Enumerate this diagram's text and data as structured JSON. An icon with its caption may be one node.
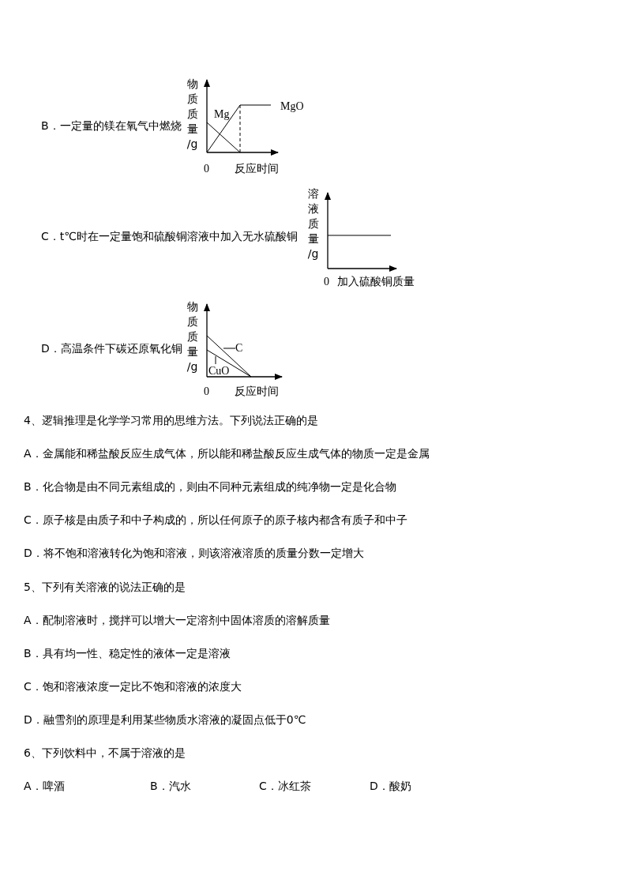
{
  "diagram": {
    "nodes": [
      {
        "text": [
          "C"
        ]
      },
      {
        "text": [
          "CuO"
        ]
      }
    ],
    "edges": [
      {
        "from": 0,
        "to": null,
        "arrow": "none"
      },
      {
        "from": 1,
        "to": null,
        "arrow": "none"
      }
    ],
    "labels": [
      "B．一定量的镁在氧气中燃烧",
      "物质质量/g",
      "Mg",
      "MgO",
      "0",
      "反应时间",
      "C．t℃时在一定量饱和硫酸铜溶液中加入无水硫酸铜",
      "溶液质量/g",
      "0",
      "加入硫酸铜质量",
      "D．高温条件下碳还原氧化铜",
      "物质质量/g",
      "0",
      "反应时间",
      "4、逻辑推理是化学学习常用的思维方法。下列说法正确的是",
      "A．金属能和稀盐酸反应生成气体，所以能和稀盐酸反应生成气体的物质一定是金属",
      "B．化合物是由不同元素组成的，则由不同种元素组成的纯净物一定是化合物",
      "C．原子核是由质子和中子构成的，所以任何原子的原子核内都含有质子和中子",
      "D．将不饱和溶液转化为饱和溶液，则该溶液溶质的质量分数一定增大",
      "5、下列有关溶液的说法正确的是",
      "A．配制溶液时，搅拌可以增大一定溶剂中固体溶质的溶解质量",
      "B．具有均一性、稳定性的液体一定是溶液",
      "C．饱和溶液浓度一定比不饱和溶液的浓度大",
      "D．融雪剂的原理是利用某些物质水溶液的凝固点低于0℃",
      "6、下列饮料中，不属于溶液的是",
      "A．啤酒",
      "B．汽水",
      "C．冰红茶",
      "D．酸奶"
    ]
  }
}
